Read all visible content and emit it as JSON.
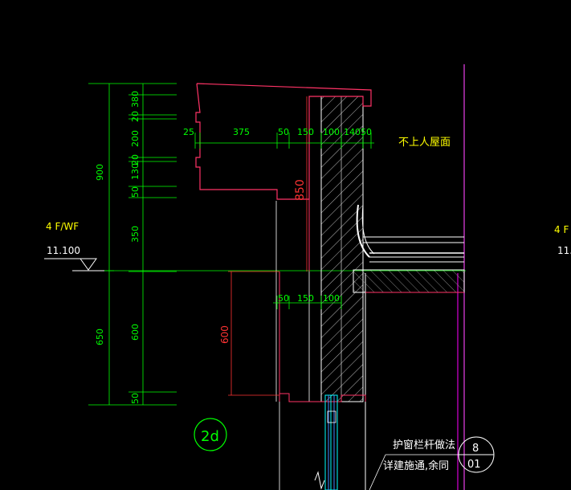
{
  "drawing": {
    "level_label": "4 F/WF",
    "level_label_right": "4 F",
    "elevation": "11.100",
    "elevation_right": "11.",
    "roof_note": "不上人屋面",
    "detail_id": "2d",
    "note_line1": "护窗栏杆做法",
    "note_line2": "详建施通,余同",
    "ref_top": "8",
    "ref_bottom": "01",
    "dims": {
      "left_900": "900",
      "left_650": "650",
      "v_380": "380",
      "v_20": "20",
      "v_200": "200",
      "v_20b": "20",
      "v_130": "130",
      "v_50": "50",
      "v_350": "350",
      "v_600": "600",
      "v_50b": "50",
      "h_25": "25",
      "h_375": "375",
      "h_50": "50",
      "h_150": "150",
      "h_100": "100",
      "h_140": "140",
      "h_50b": "50",
      "h2_50": "50",
      "h2_150": "150",
      "h2_100": "100",
      "red_850": "850",
      "red_600": "600"
    }
  }
}
